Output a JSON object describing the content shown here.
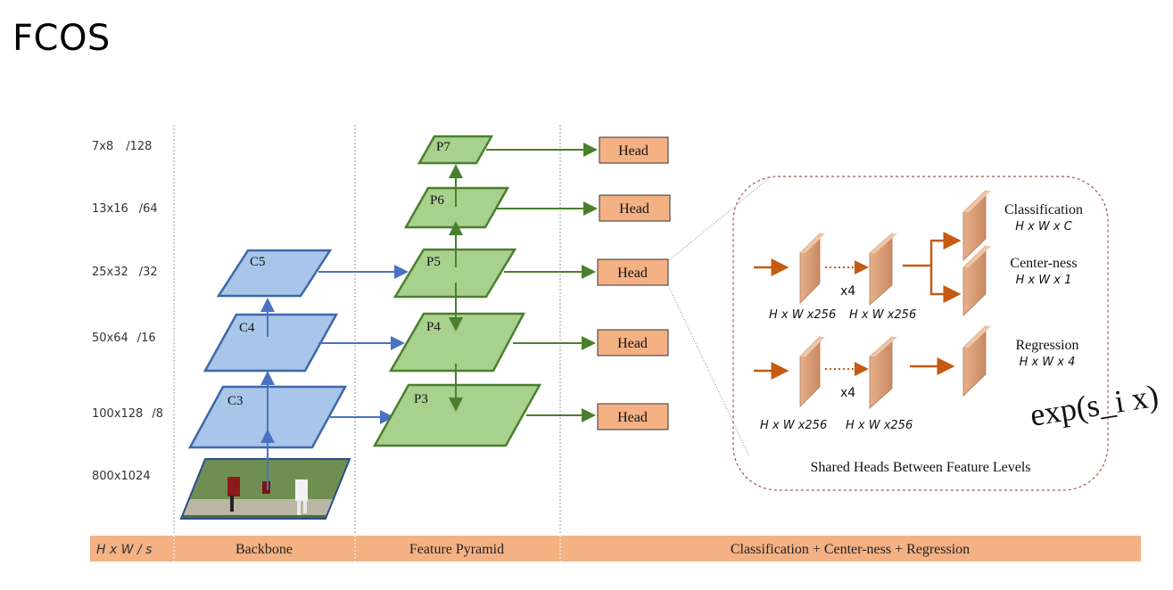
{
  "title": "FCOS",
  "scales": [
    {
      "size": "7x8",
      "stride": "/128"
    },
    {
      "size": "13x16",
      "stride": "/64"
    },
    {
      "size": "25x32",
      "stride": "/32"
    },
    {
      "size": "50x64",
      "stride": "/16"
    },
    {
      "size": "100x128",
      "stride": "/8"
    },
    {
      "size": "800x1024",
      "stride": ""
    }
  ],
  "backbone_levels": [
    "C5",
    "C4",
    "C3"
  ],
  "pyramid_levels": [
    "P7",
    "P6",
    "P5",
    "P4",
    "P3"
  ],
  "head_label": "Head",
  "heads_panel": {
    "classification": "Classification",
    "classification_dim": "H x W x C",
    "centerness": "Center-ness",
    "centerness_dim": "H x W x 1",
    "regression": "Regression",
    "regression_dim": "H x W x 4",
    "repeat": "x4",
    "feature_dim": "H x W x256",
    "caption": "Shared Heads Between Feature Levels"
  },
  "formula": "exp(s_i x)",
  "footer": {
    "hw_s": "H x W  / s",
    "backbone": "Backbone",
    "pyramid": "Feature Pyramid",
    "heads": "Classification + Center-ness + Regression"
  },
  "colors": {
    "backbone_fill": "#a9c6ea",
    "backbone_stroke": "#3f67a8",
    "pyramid_fill": "#a9d18e",
    "pyramid_stroke": "#4b7f2e",
    "head_fill": "#f4b183",
    "footer_bar": "#f4b183",
    "arrow_blue": "#4a72c4",
    "arrow_green": "#4b7f2e",
    "arrow_orange": "#c55a11"
  }
}
